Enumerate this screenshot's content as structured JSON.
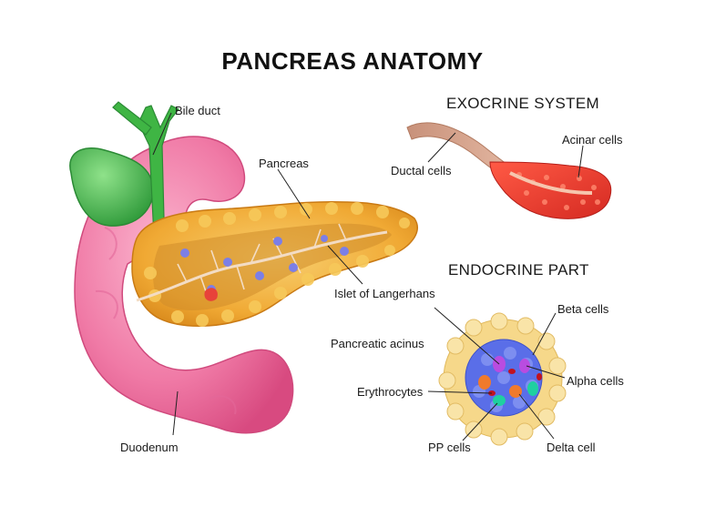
{
  "title": "PANCREAS ANATOMY",
  "sections": {
    "exocrine": "EXOCRINE SYSTEM",
    "endocrine": "ENDOCRINE PART"
  },
  "labels": {
    "bile_duct": "Bile duct",
    "pancreas": "Pancreas",
    "islet": "Islet of Langerhans",
    "duodenum": "Duodenum",
    "ductal_cells": "Ductal cells",
    "acinar_cells": "Acinar cells",
    "pancreatic_acinus": "Pancreatic acinus",
    "beta_cells": "Beta cells",
    "alpha_cells": "Alpha cells",
    "erythrocytes": "Erythrocytes",
    "pp_cells": "PP cells",
    "delta_cell": "Delta cell"
  },
  "colors": {
    "duodenum": "#f07aa6",
    "gallbladder": "#43b649",
    "pancreas": "#f2b13c",
    "acinar": "#ea3a2c",
    "duct": "#d8a58a",
    "islet_blue": "#5a6ee8",
    "islet_outer": "#f6d88a"
  }
}
